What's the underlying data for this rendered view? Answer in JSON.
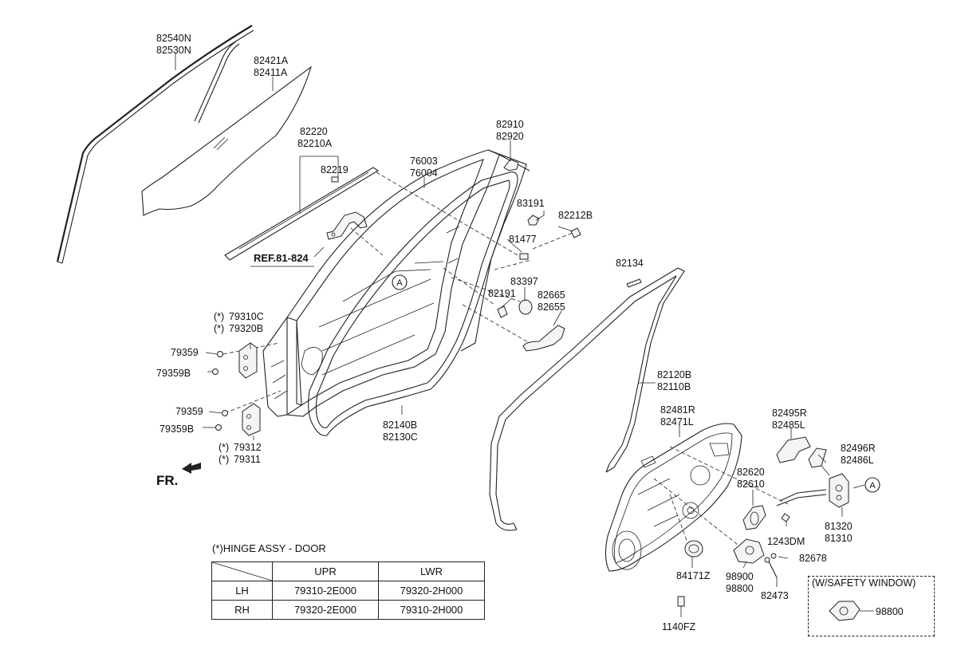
{
  "labels": {
    "p82540N": "82540N",
    "p82530N": "82530N",
    "p82421A": "82421A",
    "p82411A": "82411A",
    "p82220": "82220",
    "p82210A": "82210A",
    "p82219": "82219",
    "p82910": "82910",
    "p82920": "82920",
    "p76003": "76003",
    "p76004": "76004",
    "p83191": "83191",
    "p82212B": "82212B",
    "p81477": "81477",
    "ref": "REF.81-824",
    "p82134": "82134",
    "p83397": "83397",
    "p82191": "82191",
    "p82665": "82665",
    "p82655": "82655",
    "p79310C": "79310C",
    "p79320B": "79320B",
    "p79359a": "79359",
    "p79359Ba": "79359B",
    "p79359b": "79359",
    "p79359Bb": "79359B",
    "p79312": "79312",
    "p79311": "79311",
    "p82140B": "82140B",
    "p82130C": "82130C",
    "p82120B": "82120B",
    "p82110B": "82110B",
    "p82481R": "82481R",
    "p82471L": "82471L",
    "p82495R": "82495R",
    "p82485L": "82485L",
    "p82496R": "82496R",
    "p82486L": "82486L",
    "p82620": "82620",
    "p82610": "82610",
    "p81320": "81320",
    "p81310": "81310",
    "p1243DM": "1243DM",
    "p82678": "82678",
    "p84171Z": "84171Z",
    "p98900": "98900",
    "p98800": "98800",
    "p82473": "82473",
    "p1140FZ": "1140FZ",
    "circleA": "A",
    "fr": "FR.",
    "star": "(*)"
  },
  "hinge_table": {
    "caption": "(*)HINGE ASSY - DOOR",
    "col_upr": "UPR",
    "col_lwr": "LWR",
    "rows": [
      {
        "side": "LH",
        "upr": "79310-2E000",
        "lwr": "79320-2H000"
      },
      {
        "side": "RH",
        "upr": "79320-2E000",
        "lwr": "79310-2H000"
      }
    ]
  },
  "safety_window": {
    "title": "(W/SAFETY WINDOW)",
    "part": "98800"
  }
}
